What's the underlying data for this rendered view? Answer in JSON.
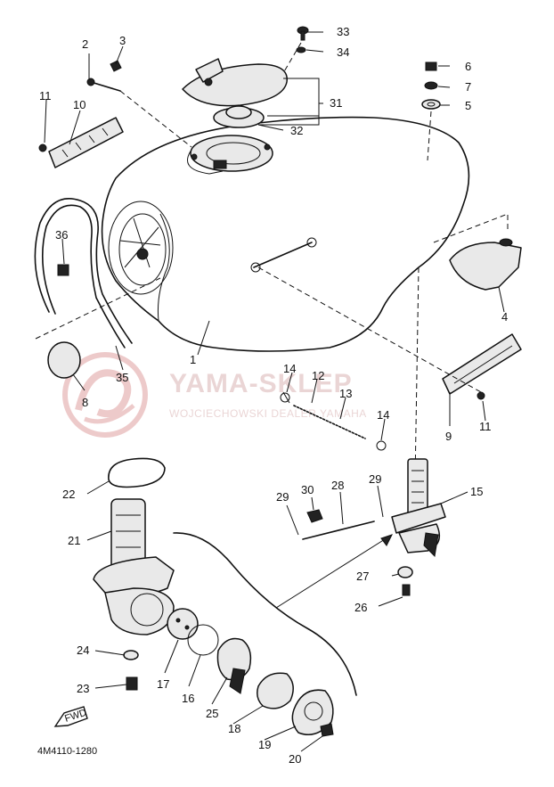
{
  "diagram": {
    "drawing_code": "4M4110-1280",
    "arrow_label": "FWD",
    "callouts": {
      "p1": "1",
      "p2": "2",
      "p3": "3",
      "p4": "4",
      "p5": "5",
      "p6": "6",
      "p7": "7",
      "p8": "8",
      "p9": "9",
      "p10": "10",
      "p11a": "11",
      "p11b": "11",
      "p12": "12",
      "p13": "13",
      "p14a": "14",
      "p14b": "14",
      "p15": "15",
      "p16": "16",
      "p17": "17",
      "p18": "18",
      "p19": "19",
      "p20": "20",
      "p21": "21",
      "p22": "22",
      "p23": "23",
      "p24": "24",
      "p25": "25",
      "p26": "26",
      "p27": "27",
      "p28": "28",
      "p29a": "29",
      "p29b": "29",
      "p30": "30",
      "p31": "31",
      "p32": "32",
      "p33": "33",
      "p34": "34",
      "p35": "35",
      "p36": "36"
    }
  },
  "watermark": {
    "title": "YAMA-SKLEP",
    "subtitle": "WOJCIECHOWSKI DEALER YAMAHA",
    "color": "#d9b3b3"
  }
}
